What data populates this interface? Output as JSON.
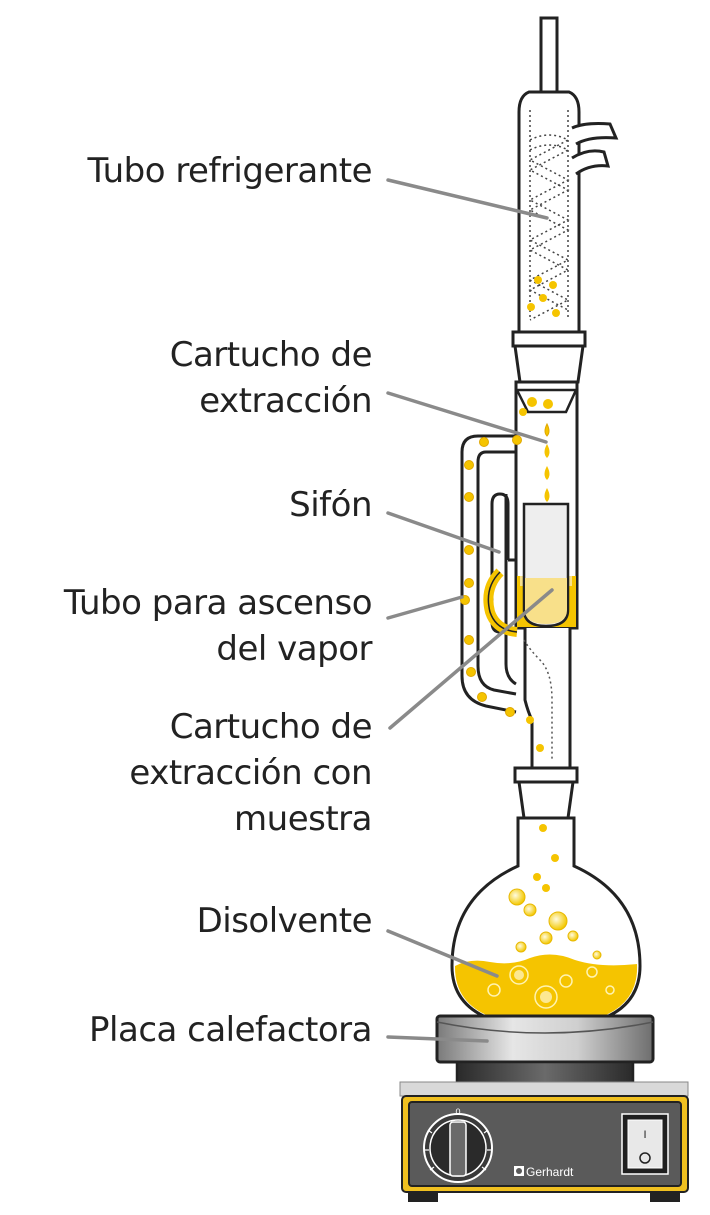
{
  "labels": {
    "tubo_refrigerante": "Tubo refrigerante",
    "cartucho_extraccion": [
      "Cartucho de",
      "extracción"
    ],
    "sifon": "Sifón",
    "tubo_vapor": [
      "Tubo para ascenso",
      "del vapor"
    ],
    "cartucho_muestra": [
      "Cartucho de",
      "extracción con",
      "muestra"
    ],
    "disolvente": "Disolvente",
    "placa_calefactora": "Placa calefactora"
  },
  "heater": {
    "brand": "Gerhardt",
    "knob_mark": "0",
    "switch_on": "I"
  },
  "colors": {
    "solvent": "#f5c400",
    "solvent_light": "#f8e08a",
    "glass_outline": "#222222",
    "leader_line": "#8a8a8a",
    "heater_frame": "#f0c020",
    "heater_panel": "#5a5a5a",
    "plate_metal": "#b8b8b8"
  }
}
